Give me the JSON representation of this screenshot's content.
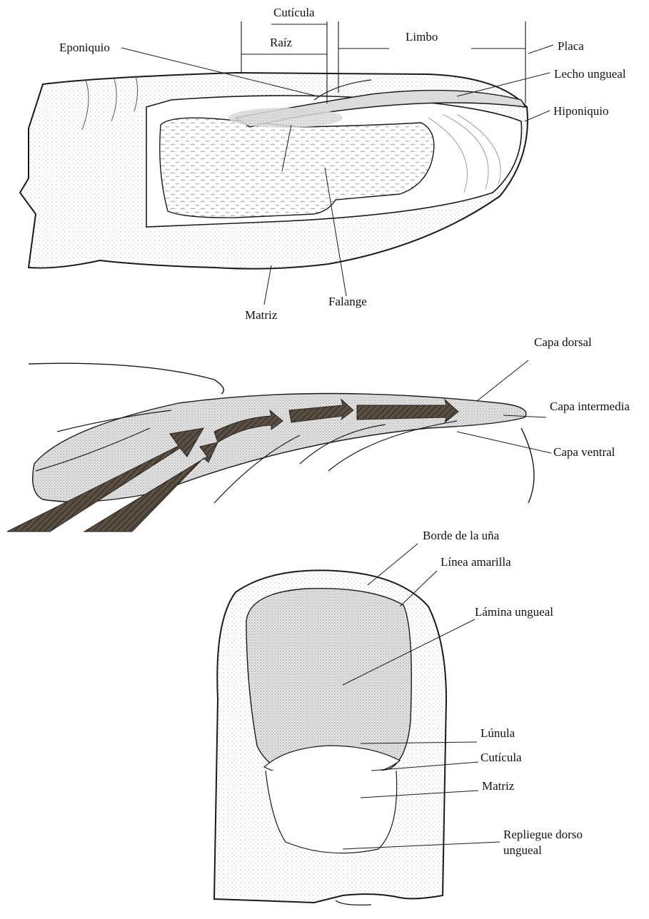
{
  "figure": {
    "top_panel": {
      "labels": {
        "cuticula": "Cutícula",
        "raiz": "Raíz",
        "limbo": "Limbo",
        "eponiquio": "Eponiquio",
        "placa": "Placa",
        "lecho_ungueal": "Lecho ungueal",
        "hiponiquio": "Hiponiquio",
        "falange": "Falange",
        "matriz": "Matriz"
      }
    },
    "middle_panel": {
      "labels": {
        "capa_dorsal": "Capa dorsal",
        "capa_intermedia": "Capa intermedia",
        "capa_ventral": "Capa ventral"
      }
    },
    "bottom_panel": {
      "labels": {
        "borde": "Borde de la uña",
        "linea_amarilla": "Línea amarilla",
        "lamina": "Lámina ungueal",
        "lunula": "Lúnula",
        "cuticula": "Cutícula",
        "matriz": "Matriz",
        "repliegue_1": "Repliegue dorso",
        "repliegue_2": "ungueal"
      }
    }
  },
  "colors": {
    "line": "#1a1a1a",
    "stipple": "#8a8a8a",
    "nail_fill": "#d9d9d9",
    "arrow_fill": "#4a4036"
  }
}
